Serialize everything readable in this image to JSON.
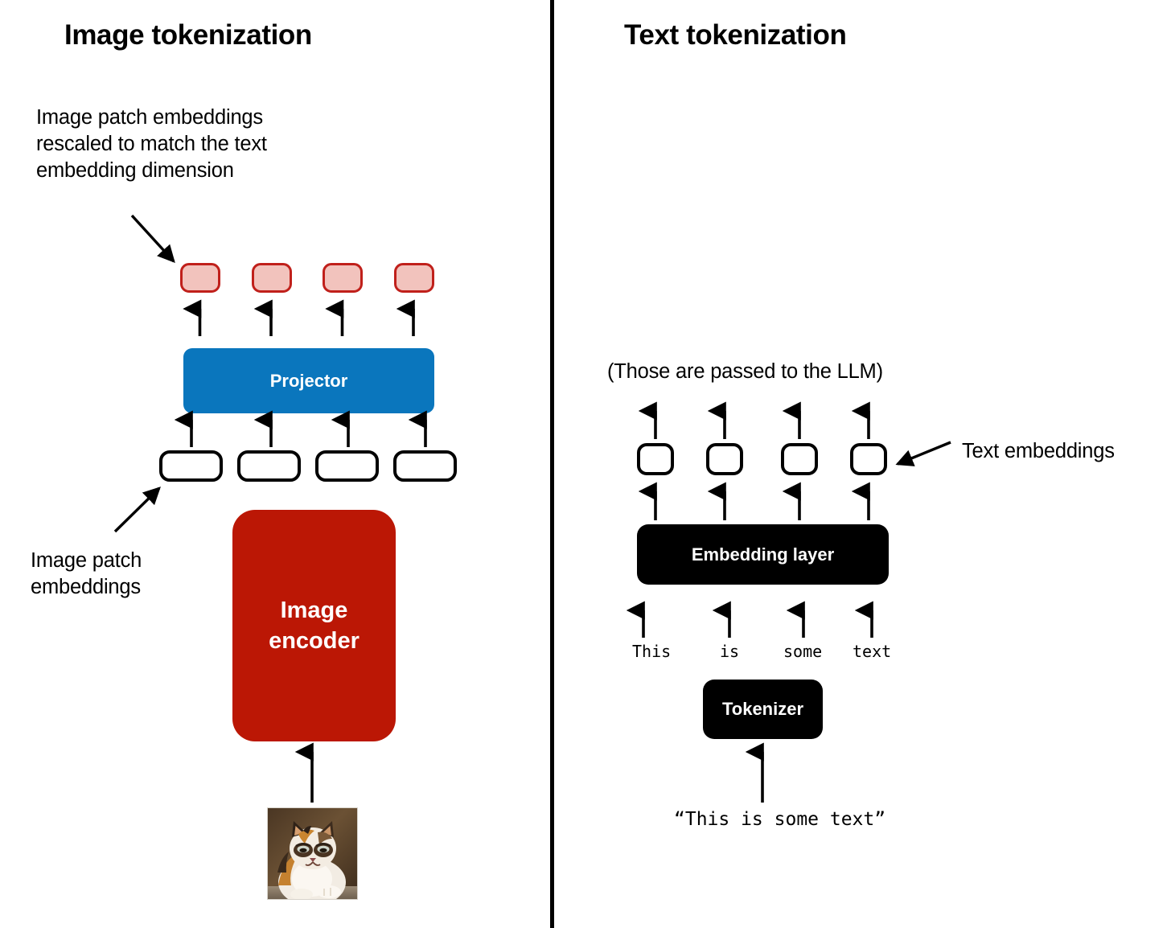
{
  "panels": {
    "left": {
      "title": "Image tokenization",
      "annotations": {
        "rescaled": "Image patch embeddings rescaled to match the text embedding dimension",
        "patch_embeddings": "Image patch embeddings"
      },
      "blocks": {
        "projector": "Projector",
        "encoder": "Image encoder"
      },
      "projected_tokens": [
        "",
        "",
        "",
        ""
      ],
      "patch_tokens": [
        "",
        "",
        "",
        ""
      ],
      "input_image_alt": "cat-photograph"
    },
    "right": {
      "title": "Text tokenization",
      "annotations": {
        "passed_to_llm": "(Those are passed to the LLM)",
        "text_embeddings": "Text embeddings"
      },
      "blocks": {
        "embedding_layer": "Embedding layer",
        "tokenizer": "Tokenizer"
      },
      "embedding_tokens": [
        "",
        "",
        "",
        ""
      ],
      "word_tokens": [
        "This",
        "is",
        "some",
        "text"
      ],
      "input_text": "“This is some text”"
    }
  },
  "colors": {
    "projector_blue": "#0a76bd",
    "encoder_red": "#bb1705",
    "token_pink_fill": "#f2c3bd",
    "token_pink_border": "#c0201b",
    "block_black": "#000000",
    "outline_black": "#000000",
    "background": "#ffffff"
  }
}
